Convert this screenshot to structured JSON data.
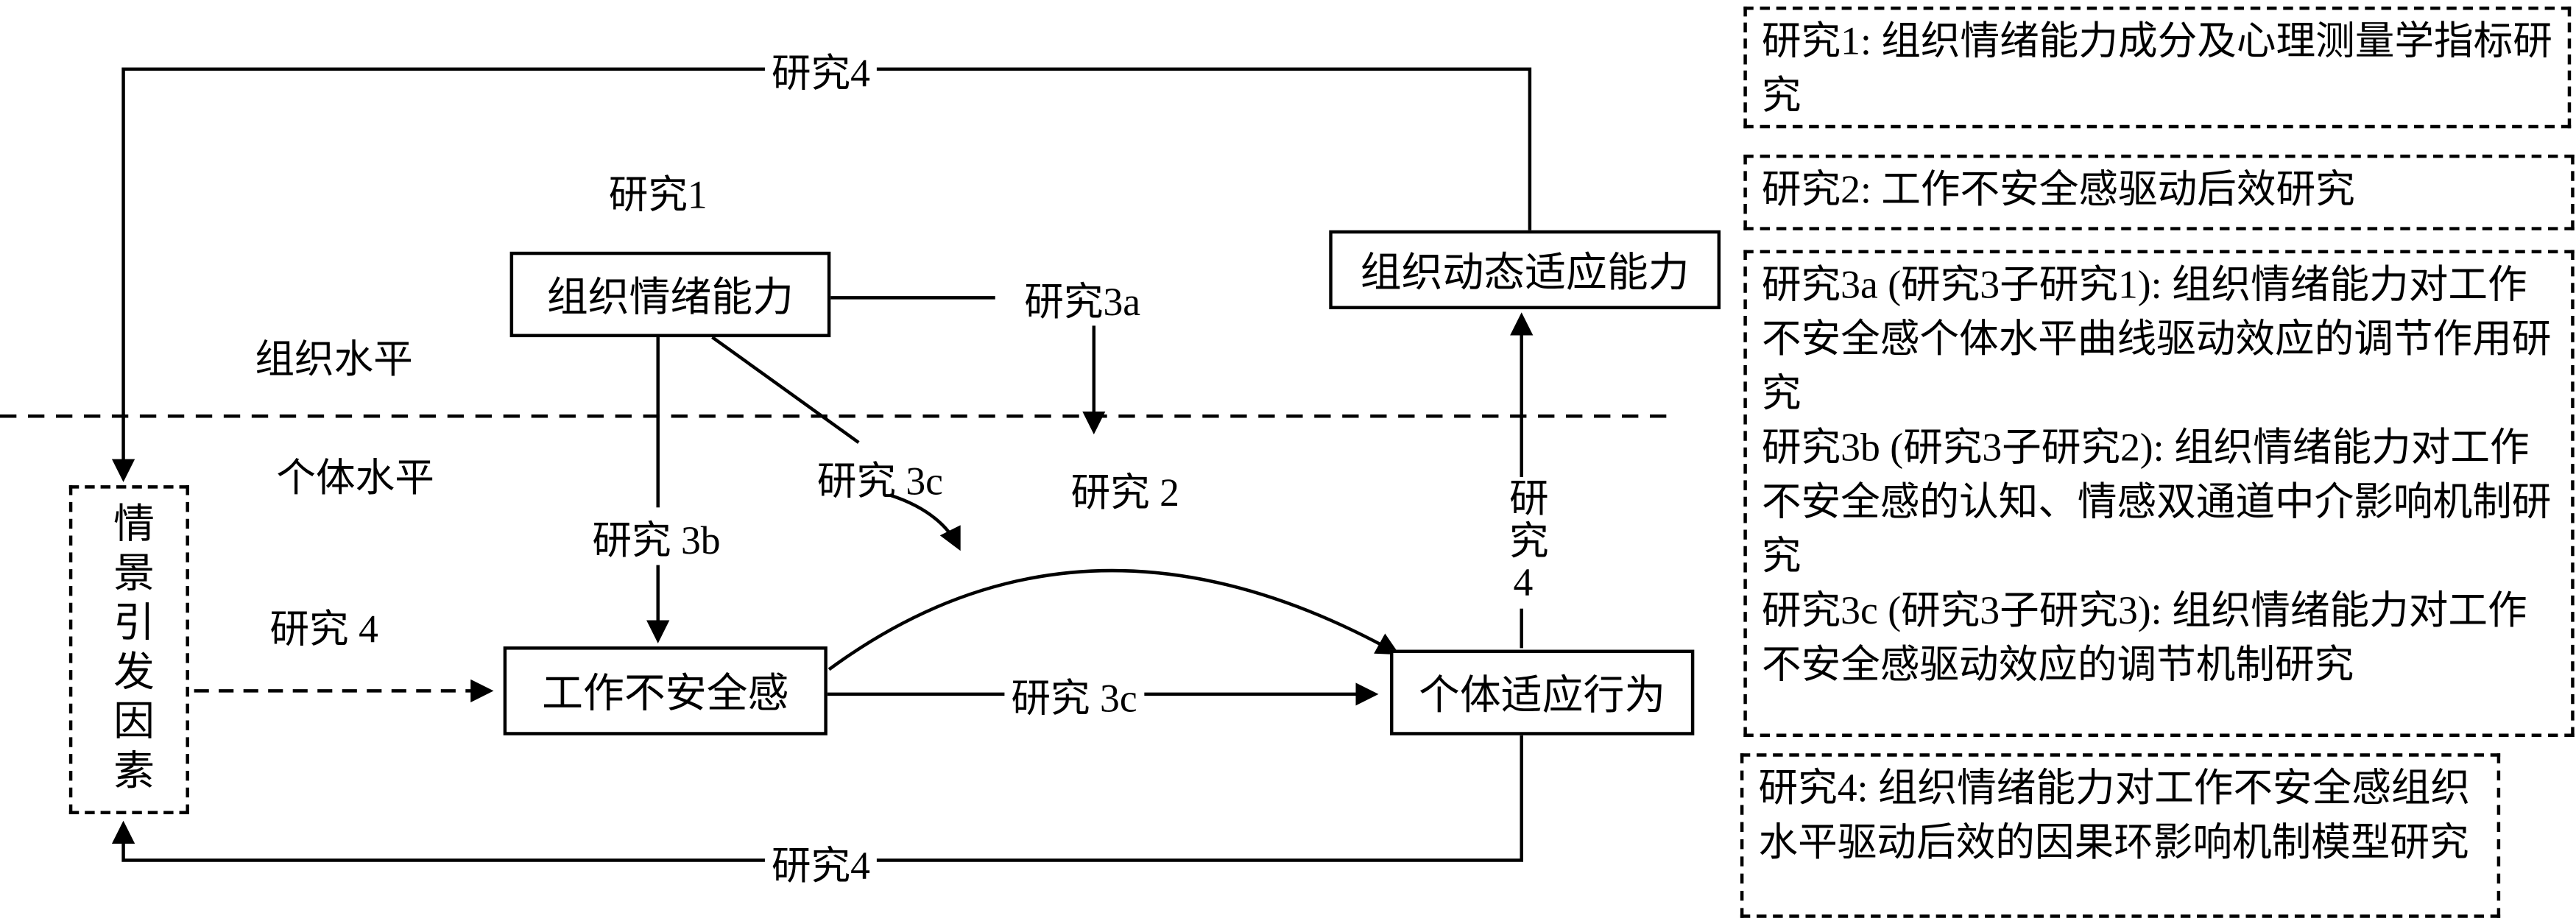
{
  "colors": {
    "ink": "#000000",
    "background": "#ffffff"
  },
  "diagram": {
    "levels": {
      "organizational": "组织水平",
      "individual": "个体水平"
    },
    "nodes": {
      "organizational_emotional_capability": "组织情绪能力",
      "organizational_dynamic_adaptability": "组织动态适应能力",
      "job_insecurity": "工作不安全感",
      "individual_adaptive_behavior": "个体适应行为",
      "situational_trigger_factors": "情景引发因素"
    },
    "edge_labels": {
      "study1": "研究1",
      "study2": "研究 2",
      "study3a": "研究3a",
      "study3b": "研究 3b",
      "study3c_moderation": "研究 3c",
      "study3c_path": "研究 3c",
      "study4_top": "研究4",
      "study4_bottom": "研究4",
      "study4_dashed": "研究 4",
      "study4_vertical": "研究4"
    }
  },
  "legend": {
    "study1": "研究1: 组织情绪能力成分及心理测量学指标研究",
    "study2": "研究2: 工作不安全感驱动后效研究",
    "study3a": "研究3a (研究3子研究1): 组织情绪能力对工作不安全感个体水平曲线驱动效应的调节作用研究",
    "study3b": "研究3b (研究3子研究2): 组织情绪能力对工作不安全感的认知、情感双通道中介影响机制研究",
    "study3c": "研究3c (研究3子研究3): 组织情绪能力对工作不安全感驱动效应的调节机制研究",
    "study4": "研究4: 组织情绪能力对工作不安全感组织水平驱动后效的因果环影响机制模型研究"
  }
}
